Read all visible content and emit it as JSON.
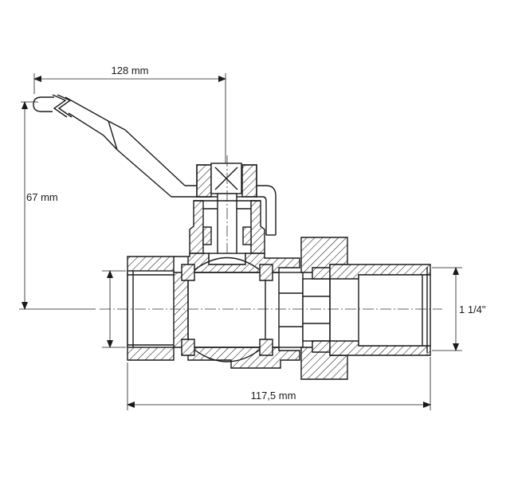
{
  "dimensions": {
    "handle_length": "128 mm",
    "height": "67 mm",
    "thread_size": "1 1/4\"",
    "body_length": "117,5 mm"
  }
}
